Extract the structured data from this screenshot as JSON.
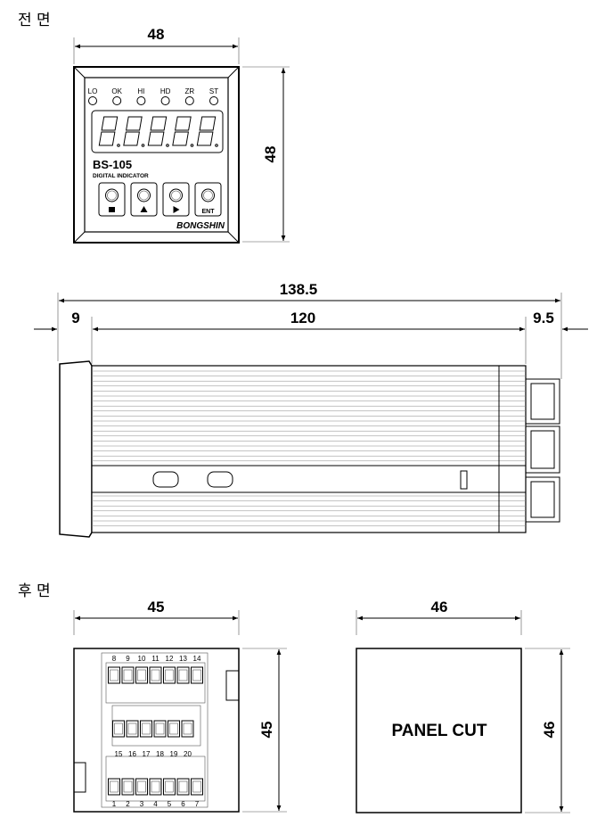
{
  "sections": {
    "front": "전 면",
    "rear": "후 면"
  },
  "front_view": {
    "width_dim": "48",
    "height_dim": "48",
    "leds": [
      "LO",
      "OK",
      "HI",
      "HD",
      "ZR",
      "ST"
    ],
    "digit_count": 5,
    "model": "BS-105",
    "subtitle": "DIGITAL INDICATOR",
    "buttons": [
      {
        "icon": "mode-icon",
        "label": ""
      },
      {
        "icon": "up-arrow-icon",
        "label": ""
      },
      {
        "icon": "right-arrow-icon",
        "label": ""
      },
      {
        "icon": "",
        "label": "ENT"
      }
    ],
    "brand": "BONGSHIN"
  },
  "side_view": {
    "total_dim": "138.5",
    "front_dim": "9",
    "body_dim": "120",
    "rear_dim": "9.5"
  },
  "rear_view": {
    "width_dim": "45",
    "height_dim": "45",
    "terminals_top": [
      "8",
      "9",
      "10",
      "11",
      "12",
      "13",
      "14"
    ],
    "terminals_middle": [
      "15",
      "16",
      "17",
      "18",
      "19",
      "20"
    ],
    "terminals_bottom": [
      "1",
      "2",
      "3",
      "4",
      "5",
      "6",
      "7"
    ]
  },
  "panel_cut": {
    "width_dim": "46",
    "height_dim": "46",
    "label": "PANEL CUT"
  }
}
